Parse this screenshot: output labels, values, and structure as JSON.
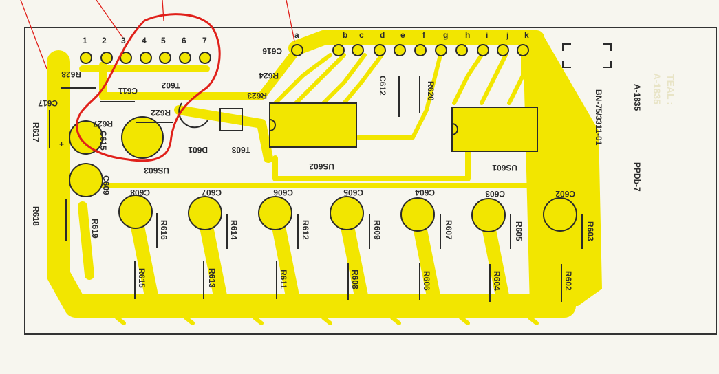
{
  "colors": {
    "background": "#f7f6ef",
    "copper": "#f2e600",
    "ink": "#2b2b2b",
    "annotation": "#e0201a",
    "frame": "#333333"
  },
  "connector": {
    "numbers": [
      "1",
      "2",
      "3",
      "4",
      "5",
      "6",
      "7"
    ],
    "letters": [
      "a",
      "b",
      "c",
      "d",
      "e",
      "f",
      "g",
      "h",
      "i",
      "j",
      "k"
    ]
  },
  "components": {
    "r628": "R628",
    "c611": "C611",
    "t602": "T602",
    "c616": "C616",
    "r624": "R624",
    "r623": "R623",
    "c612": "C612",
    "r620": "R620",
    "c617": "C617",
    "r627": "R627",
    "r622": "R622",
    "d601": "D601",
    "t603": "T603",
    "c615": "C615",
    "us603": "US603",
    "us602": "US602",
    "us601": "US601",
    "r617": "R617",
    "r618": "R618",
    "c609": "C609",
    "r619": "R619",
    "c608": "C608",
    "c607": "C607",
    "c606": "C606",
    "c605": "C605",
    "c604": "C604",
    "c603": "C603",
    "c602": "C602",
    "r616": "R616",
    "r614": "R614",
    "r612": "R612",
    "r609": "R609",
    "r607": "R607",
    "r605": "R605",
    "r603": "R603",
    "r615": "R615",
    "r613": "R613",
    "r611": "R611",
    "r608": "R608",
    "r606": "R606",
    "r604": "R604",
    "r602": "R602"
  },
  "markings": {
    "polarity": "+",
    "board_code": "A-1835",
    "part_number": "BN-75/3311-01",
    "board_name": "PPDb-7",
    "faint_code": "A-1835",
    "faint_text": "TEAL :"
  }
}
